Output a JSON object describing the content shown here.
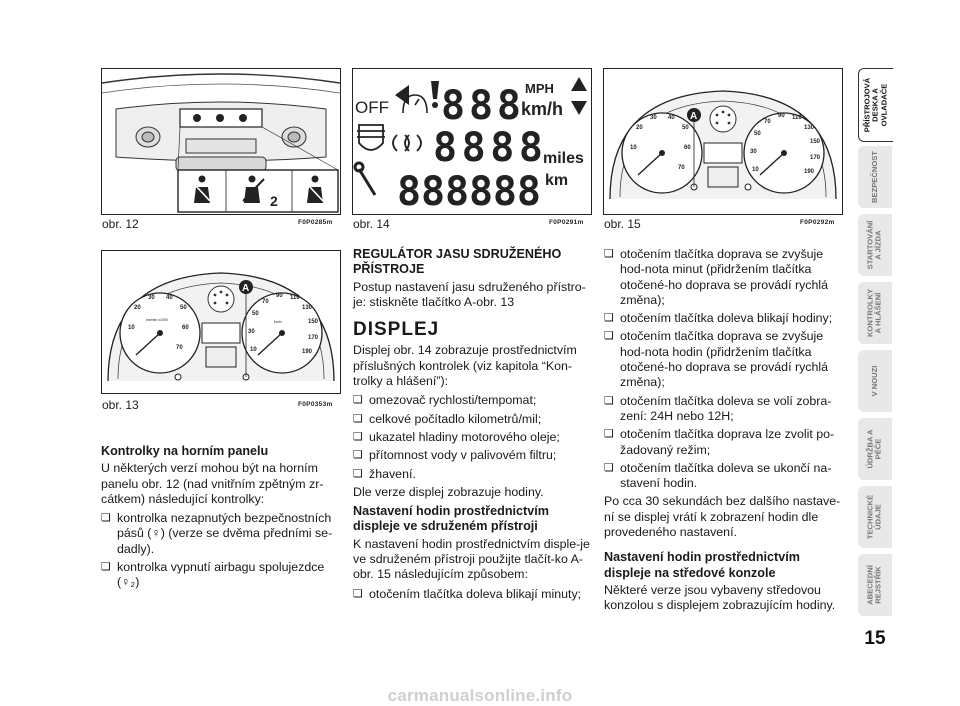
{
  "figures": {
    "fig12": {
      "caption": "obr. 12",
      "code": "F0P0285m"
    },
    "fig13": {
      "caption": "obr. 13",
      "code": "F0P0353m"
    },
    "fig14": {
      "caption": "obr. 14",
      "code": "F0P0291m"
    },
    "fig15": {
      "caption": "obr. 15",
      "code": "F0P0292m"
    }
  },
  "display": {
    "off": "OFF",
    "speed_digits": "888",
    "mph": "MPH",
    "kmh": "km/h",
    "odo_digits": "8888",
    "trip_digits": "888888",
    "miles": "miles",
    "km": "km"
  },
  "gauges": {
    "callout": "A",
    "seatbelt_badge": "2",
    "left_ticks": [
      "10",
      "20",
      "30",
      "40",
      "50",
      "60",
      "70"
    ],
    "right_ticks": [
      "10",
      "30",
      "50",
      "70",
      "90",
      "110",
      "130",
      "150",
      "170",
      "190"
    ],
    "left_unit": "km/min x1000",
    "right_unit": "km/h"
  },
  "col1": {
    "title": "Kontrolky na horním panelu",
    "para": "U některých verzí mohou být na horním panelu obr. 12 (nad vnitřním zpětným zr-cátkem) následující kontrolky:",
    "bullets": [
      "kontrolka nezapnutých bezpečnostních pásů (♀) (verze se dvěma předními se-dadly).",
      "kontrolka vypnutí airbagu spolujezdce (♀₂)"
    ]
  },
  "col2": {
    "h_reg": "REGULÁTOR JASU SDRUŽENÉHO PŘÍSTROJE",
    "reg_text": "Postup nastavení jasu sdruženého přístro-je: stiskněte tlačítko A-obr. 13",
    "h_disp": "DISPLEJ",
    "disp_text": "Displej obr. 14 zobrazuje prostřednictvím příslušných kontrolek (viz kapitola “Kon-trolky a hlášení”):",
    "items": [
      "omezovač rychlosti/tempomat;",
      "celkové počítadlo kilometrů/mil;",
      "ukazatel hladiny motorového oleje;",
      "přítomnost vody v palivovém filtru;",
      "žhavení."
    ],
    "verze": "Dle verze displej zobrazuje hodiny.",
    "h_clock": "Nastavení hodin prostřednictvím displeje ve sdruženém přístroji",
    "clock_text": "K nastavení hodin prostřednictvím disple-je ve sdruženém přístroji použijte tlačít-ko A-obr. 15 následujícím způsobem:",
    "last_item": "otočením tlačítka doleva blikají minuty;"
  },
  "col3": {
    "items": [
      "otočením tlačítka doprava se zvyšuje hod-nota minut (přidržením tlačítka otočené-ho doprava se provádí rychlá změna);",
      "otočením tlačítka doleva blikají hodiny;",
      "otočením tlačítka doprava se zvyšuje hod-nota hodin (přidržením tlačítka otočené-ho doprava se provádí rychlá změna);",
      "otočením tlačítka doleva se volí zobra-zení: 24H nebo 12H;",
      "otočením tlačítka doprava lze zvolit po-žadovaný režim;",
      "otočením tlačítka doleva se ukončí na-stavení hodin."
    ],
    "after": "Po cca 30 sekundách bez dalšího nastave-ní se displej vrátí k zobrazení hodin dle provedeného nastavení.",
    "h_console": "Nastavení hodin prostřednictvím displeje na středové konzole",
    "console_text": "Některé verze jsou vybaveny středovou konzolou s displejem zobrazujícím hodiny."
  },
  "tabs": [
    {
      "label": "PŘÍSTROJOVÁ\nDESKA A\nOVLADAČE",
      "active": true
    },
    {
      "label": "BEZPEČNOST",
      "active": false
    },
    {
      "label": "STARTOVÁNÍ\nA JÍZDA",
      "active": false
    },
    {
      "label": "KONTROLKY\nA HLÁŠENÍ",
      "active": false
    },
    {
      "label": "V NOUZI",
      "active": false
    },
    {
      "label": "ÚDRŽBA A\nPÉČE",
      "active": false
    },
    {
      "label": "TECHNICKÉ\nÚDAJE",
      "active": false
    },
    {
      "label": "ABECEDNÍ\nREJSTŘÍK",
      "active": false
    }
  ],
  "page_number": "15",
  "watermark": "carmanualsonline.info"
}
